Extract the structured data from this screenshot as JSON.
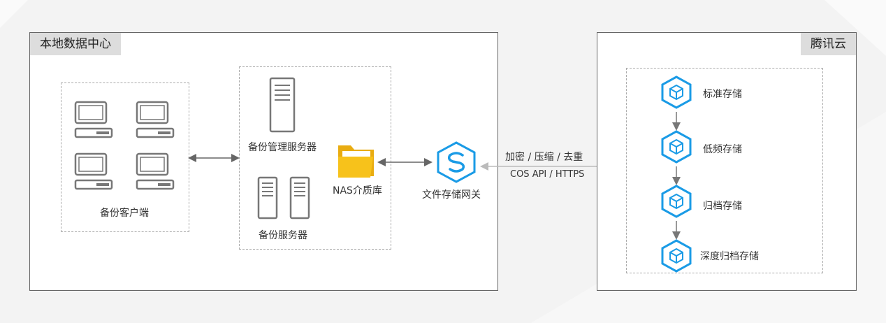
{
  "local": {
    "title": "本地数据中心",
    "clients_label": "备份客户端",
    "mgmt_server_label": "备份管理服务器",
    "backup_server_label": "备份服务器",
    "nas_label": "NAS介质库",
    "gateway_label": "文件存储网关"
  },
  "link": {
    "line1": "加密 / 压缩 / 去重",
    "line2": "COS API / HTTPS"
  },
  "cloud": {
    "title": "腾讯云",
    "tiers": [
      {
        "label": "标准存储"
      },
      {
        "label": "低频存储"
      },
      {
        "label": "归档存储"
      },
      {
        "label": "深度归档存储"
      }
    ]
  },
  "colors": {
    "accent": "#1a9be6",
    "folder": "#f7c21b",
    "device": "#777777"
  }
}
